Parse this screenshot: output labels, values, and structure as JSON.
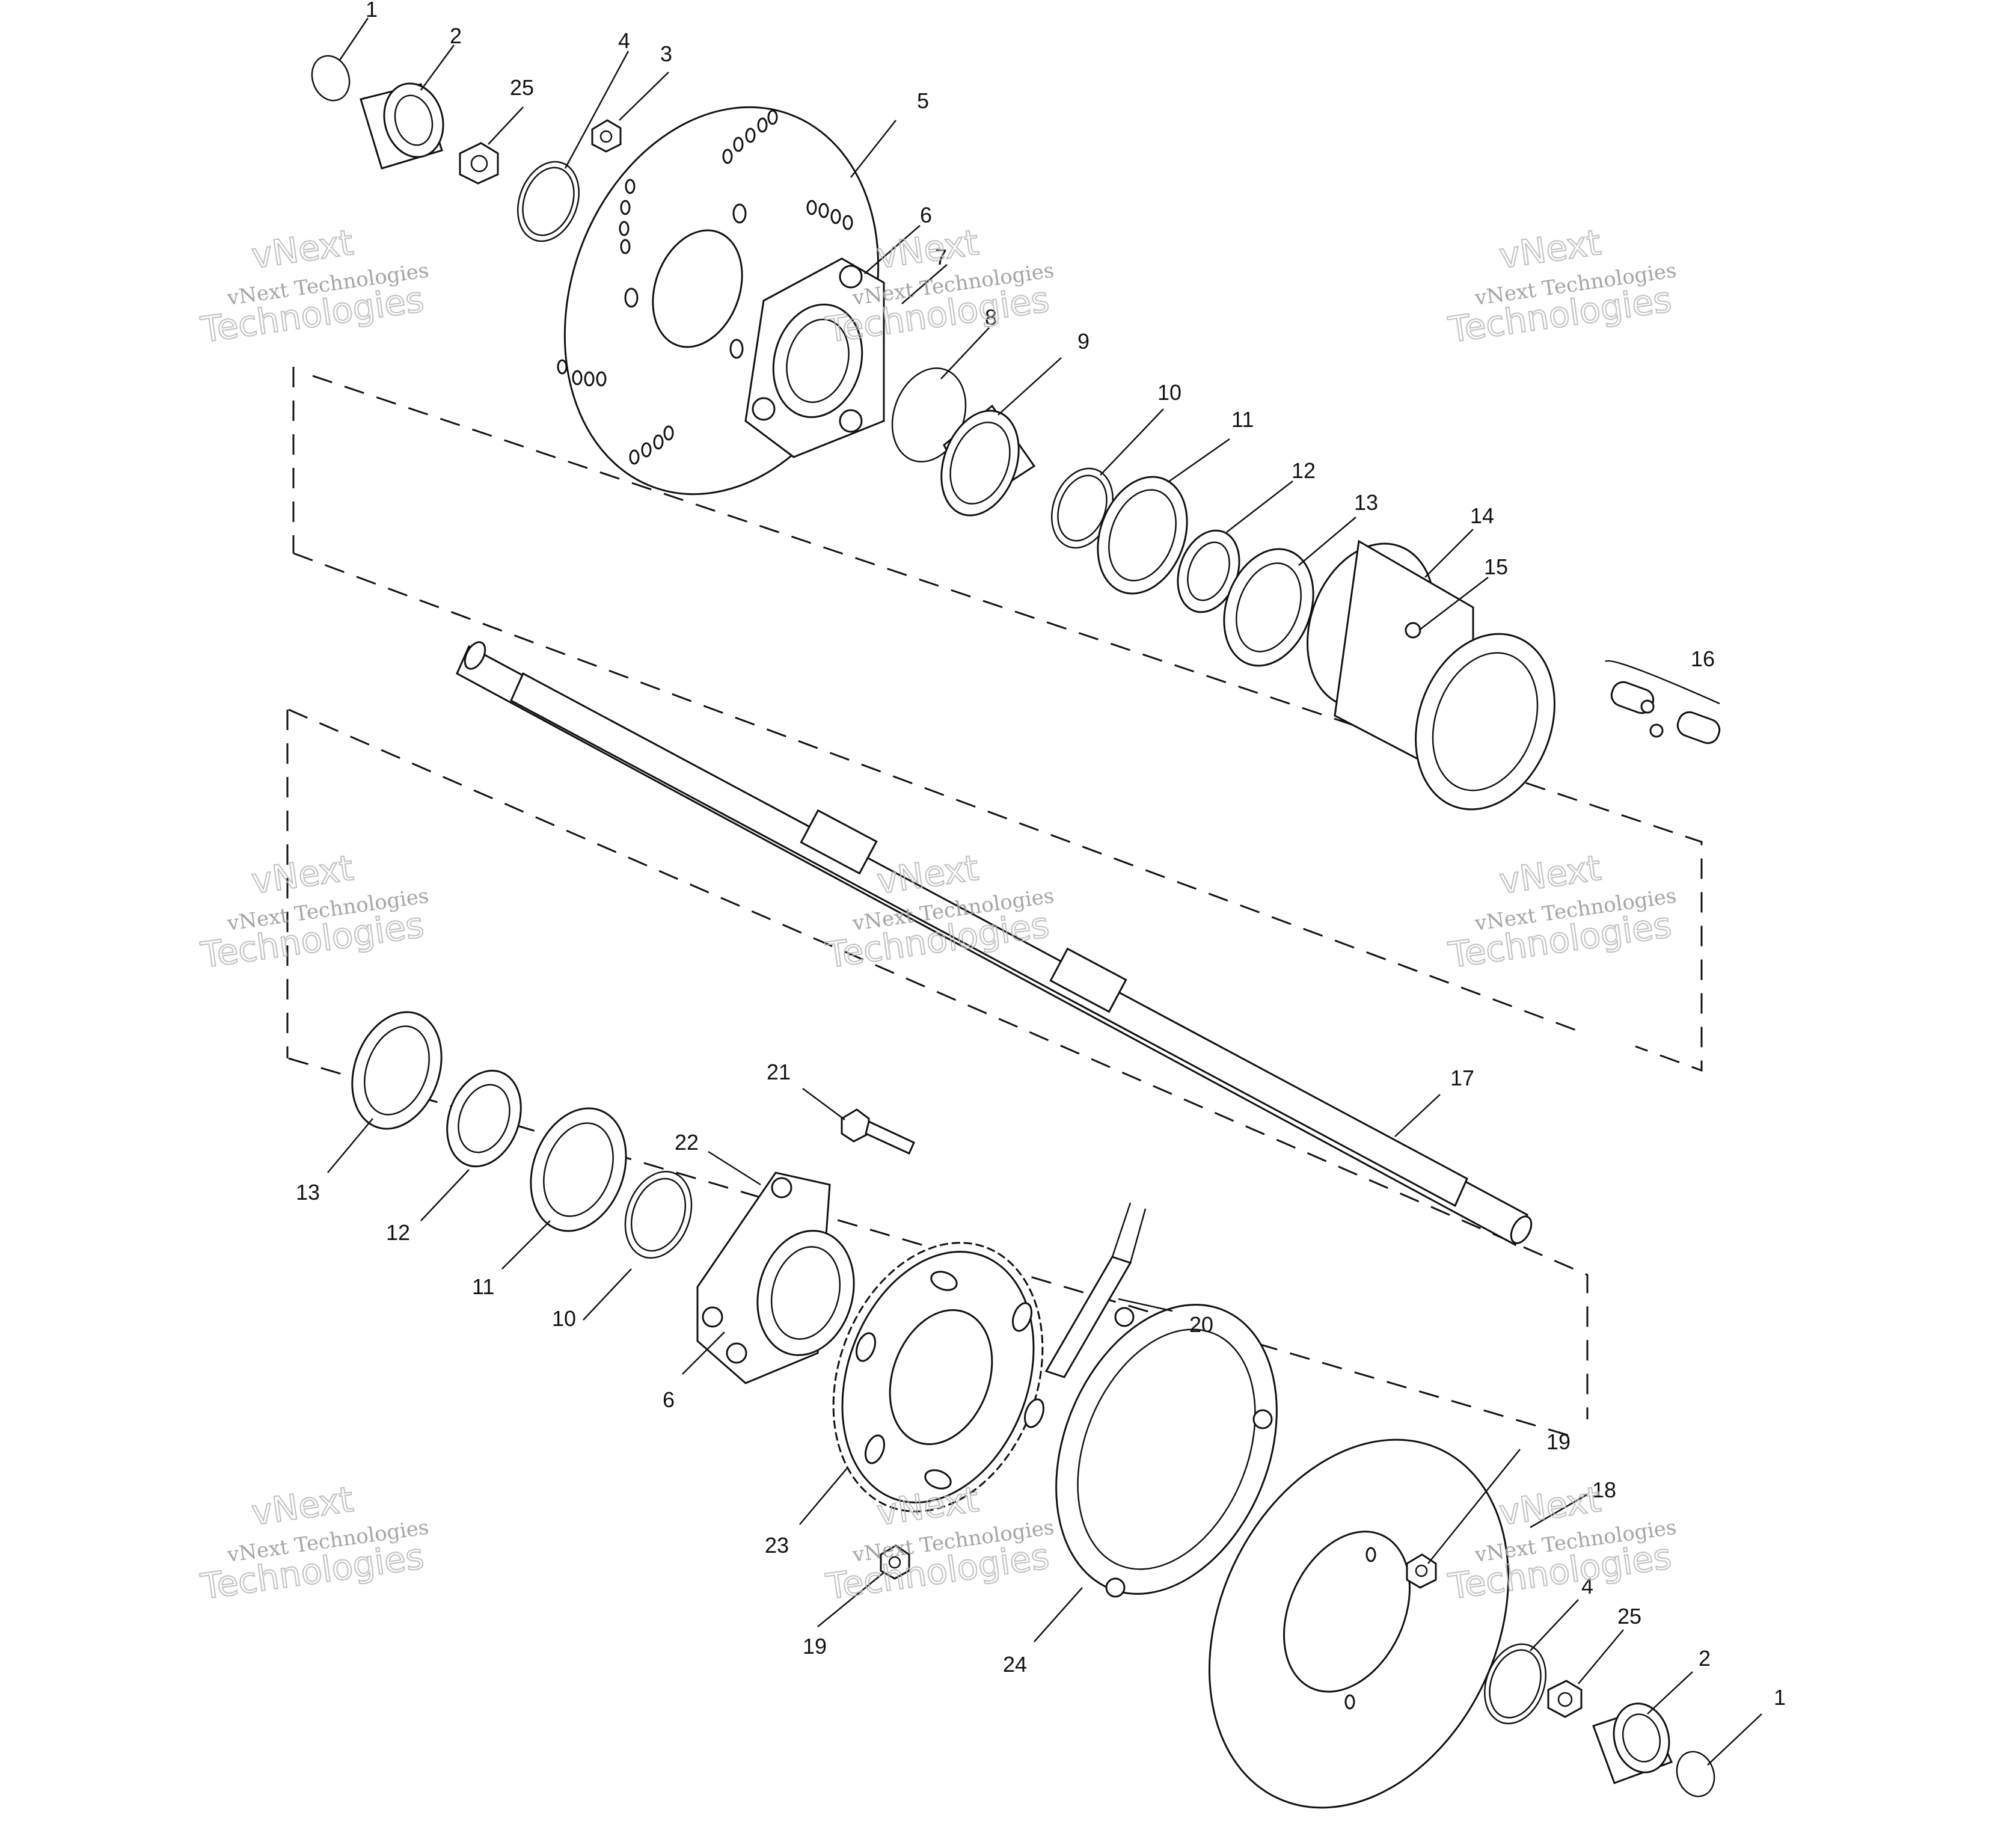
{
  "watermark": {
    "line1": "vNext",
    "line2": "vNext Technologies",
    "line3": "Technologies"
  },
  "callouts": [
    {
      "id": "c1a",
      "text": "1"
    },
    {
      "id": "c2a",
      "text": "2"
    },
    {
      "id": "c25a",
      "text": "25"
    },
    {
      "id": "c4a",
      "text": "4"
    },
    {
      "id": "c3",
      "text": "3"
    },
    {
      "id": "c5",
      "text": "5"
    },
    {
      "id": "c6a",
      "text": "6"
    },
    {
      "id": "c7",
      "text": "7"
    },
    {
      "id": "c8",
      "text": "8"
    },
    {
      "id": "c9",
      "text": "9"
    },
    {
      "id": "c10a",
      "text": "10"
    },
    {
      "id": "c11a",
      "text": "11"
    },
    {
      "id": "c12a",
      "text": "12"
    },
    {
      "id": "c13a",
      "text": "13"
    },
    {
      "id": "c14",
      "text": "14"
    },
    {
      "id": "c15",
      "text": "15"
    },
    {
      "id": "c16",
      "text": "16"
    },
    {
      "id": "c17",
      "text": "17"
    },
    {
      "id": "c21",
      "text": "21"
    },
    {
      "id": "c22",
      "text": "22"
    },
    {
      "id": "c13b",
      "text": "13"
    },
    {
      "id": "c12b",
      "text": "12"
    },
    {
      "id": "c11b",
      "text": "11"
    },
    {
      "id": "c10b",
      "text": "10"
    },
    {
      "id": "c6b",
      "text": "6"
    },
    {
      "id": "c20",
      "text": "20"
    },
    {
      "id": "c19a",
      "text": "19"
    },
    {
      "id": "c18",
      "text": "18"
    },
    {
      "id": "c23",
      "text": "23"
    },
    {
      "id": "c19b",
      "text": "19"
    },
    {
      "id": "c24",
      "text": "24"
    },
    {
      "id": "c4b",
      "text": "4"
    },
    {
      "id": "c25b",
      "text": "25"
    },
    {
      "id": "c2b",
      "text": "2"
    },
    {
      "id": "c1b",
      "text": "1"
    }
  ]
}
